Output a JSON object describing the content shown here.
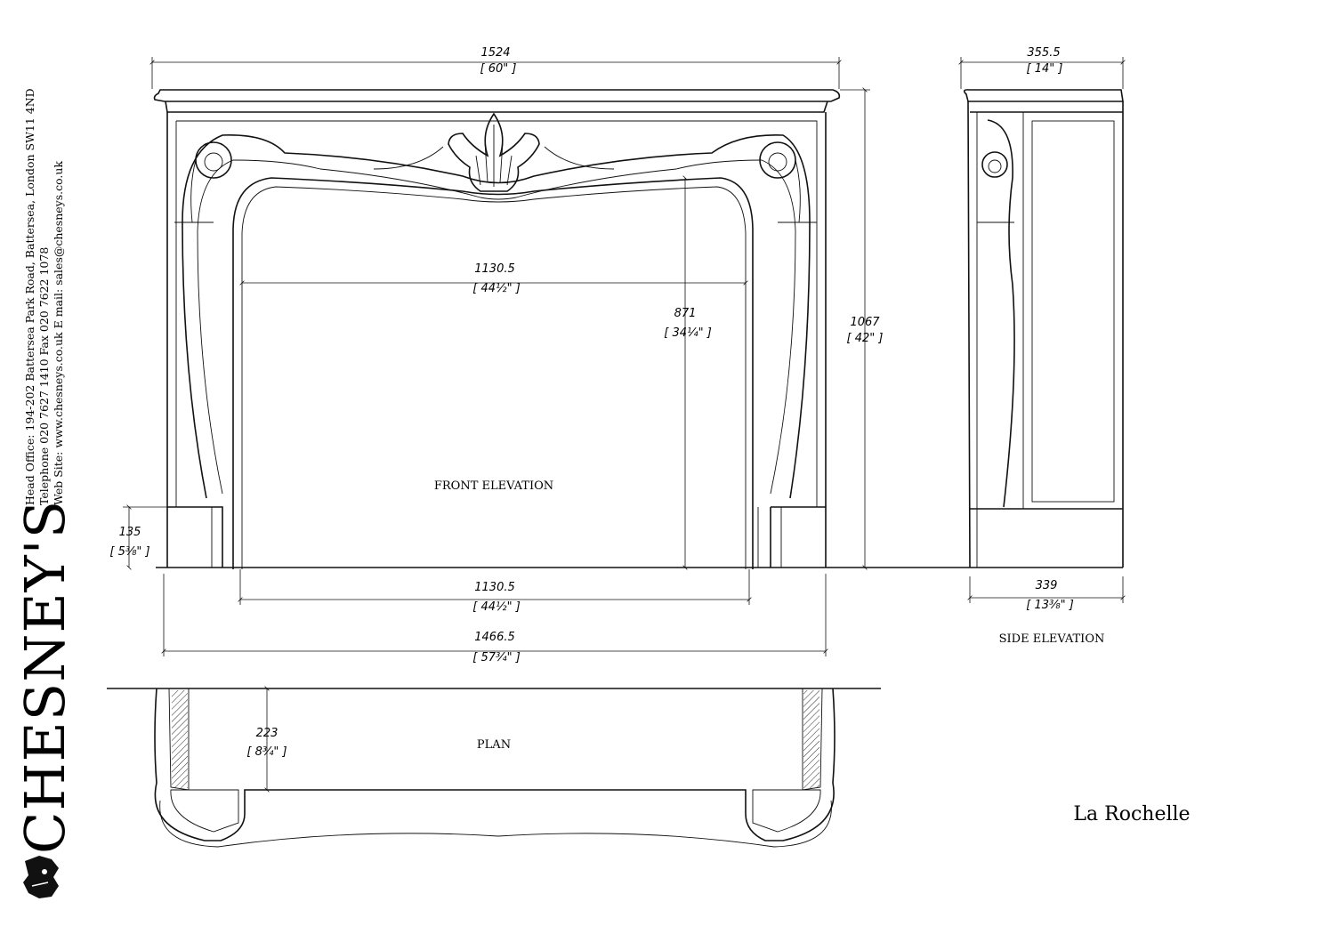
{
  "title": "La Rochelle",
  "brand": "CHESNEY'S",
  "address": {
    "line1": "Head Office: 194-202 Battersea Park Road, Battersea, London SW11 4ND",
    "line2": "Telephone 020 7627 1410 Fax 020 7622 1078",
    "line3": "Web Site: www.chesneys.co.uk   E mail: sales@chesneys.co.uk"
  },
  "views": {
    "front": "FRONT ELEVATION",
    "side": "SIDE ELEVATION",
    "plan": "PLAN"
  },
  "dimensions": {
    "overall_width": {
      "mm": "1524",
      "inch": "[ 60\" ]"
    },
    "side_depth_top": {
      "mm": "355.5",
      "inch": "[ 14\" ]"
    },
    "opening_width": {
      "mm": "1130.5",
      "inch": "[ 44½\" ]"
    },
    "opening_height": {
      "mm": "871",
      "inch": "[ 34¼\" ]"
    },
    "overall_height": {
      "mm": "1067",
      "inch": "[ 42\" ]"
    },
    "plinth_height": {
      "mm": "135",
      "inch": "[ 5⅜\" ]"
    },
    "bottom_opening": {
      "mm": "1130.5",
      "inch": "[ 44½\" ]"
    },
    "bottom_width": {
      "mm": "1466.5",
      "inch": "[ 57¾\" ]"
    },
    "side_depth_base": {
      "mm": "339",
      "inch": "[ 13⅜\" ]"
    },
    "plan_depth": {
      "mm": "223",
      "inch": "[ 8¾\" ]"
    }
  }
}
